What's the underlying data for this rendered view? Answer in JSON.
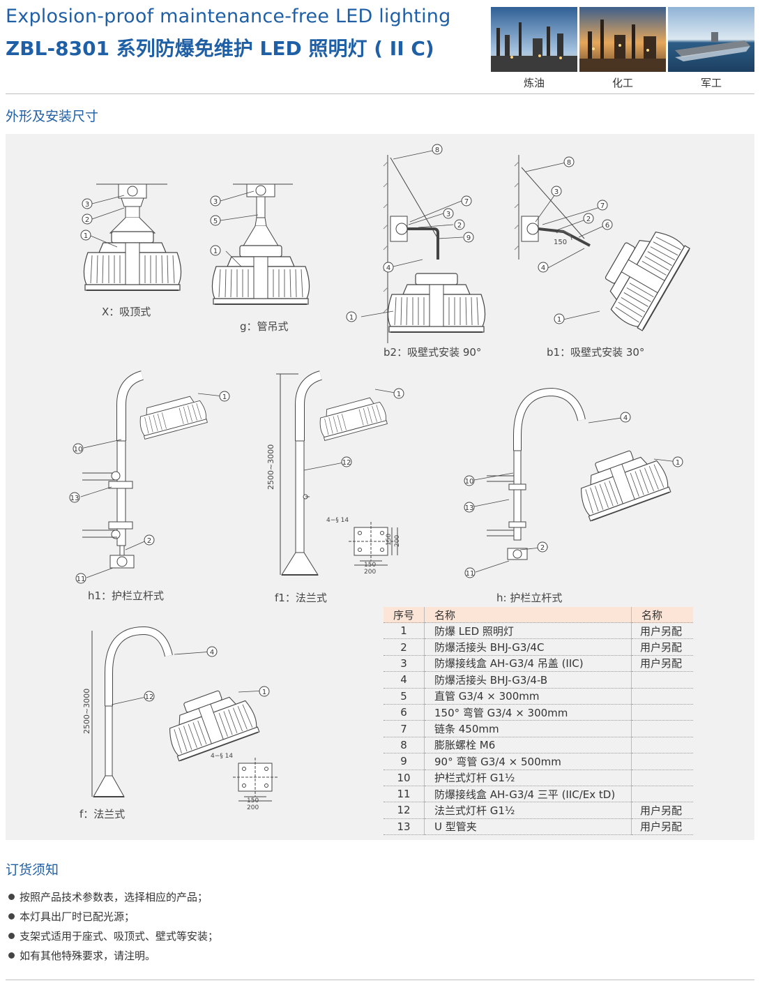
{
  "header": {
    "title_en": "Explosion-proof maintenance-free LED lighting",
    "title_cn": "ZBL-8301 系列防爆免维护 LED 照明灯 ( II C)"
  },
  "photos": [
    {
      "caption": "炼油"
    },
    {
      "caption": "化工"
    },
    {
      "caption": "军工"
    }
  ],
  "section_dimensions": {
    "title": "外形及安装尺寸"
  },
  "diagrams": {
    "x": "X：吸顶式",
    "g": "g：管吊式",
    "b2": "b2：吸壁式安装 90°",
    "b1": "b1：吸壁式安装 30°",
    "h1": "h1：护栏立杆式",
    "f1": "f1：法兰式",
    "h": "h: 护栏立杆式",
    "f": "f：法兰式",
    "dim_height": "2500~3000",
    "dim_holes": "4−§ 14",
    "dim_150": "150",
    "dim_200": "200",
    "dim_angle": "150",
    "callouts": [
      "1",
      "2",
      "3",
      "4",
      "5",
      "6",
      "7",
      "8",
      "9",
      "10",
      "11",
      "12",
      "13"
    ]
  },
  "parts_table": {
    "headers": [
      "序号",
      "名称",
      "名称"
    ],
    "rows": [
      [
        "1",
        "防爆 LED 照明灯",
        "用户另配"
      ],
      [
        "2",
        "防爆活接头 BHJ-G3/4C",
        "用户另配"
      ],
      [
        "3",
        "防爆接线盒 AH-G3/4 吊盖 (IIC)",
        "用户另配"
      ],
      [
        "4",
        "防爆活接头 BHJ-G3/4-B",
        ""
      ],
      [
        "5",
        "直管 G3/4 × 300mm",
        ""
      ],
      [
        "6",
        "150° 弯管 G3/4 × 300mm",
        ""
      ],
      [
        "7",
        "链条 450mm",
        ""
      ],
      [
        "8",
        "膨胀螺栓 M6",
        ""
      ],
      [
        "9",
        "90° 弯管 G3/4 × 500mm",
        ""
      ],
      [
        "10",
        "护栏式灯杆 G1½",
        ""
      ],
      [
        "11",
        "防爆接线盒 AH-G3/4 三平 (IIC/Ex tD)",
        ""
      ],
      [
        "12",
        "法兰式灯杆 G1½",
        "用户另配"
      ],
      [
        "13",
        "U 型管夹",
        "用户另配"
      ]
    ]
  },
  "section_order": {
    "title": "订货须知"
  },
  "notes": [
    "按照产品技术参数表，选择相应的产品；",
    "本灯具出厂时已配光源；",
    "支架式适用于座式、吸顶式、壁式等安装；",
    "如有其他特殊要求，请注明。"
  ],
  "colors": {
    "accent": "#1f5fa6",
    "panel": "#f1f1f1",
    "table_header": "#fce5d6"
  }
}
